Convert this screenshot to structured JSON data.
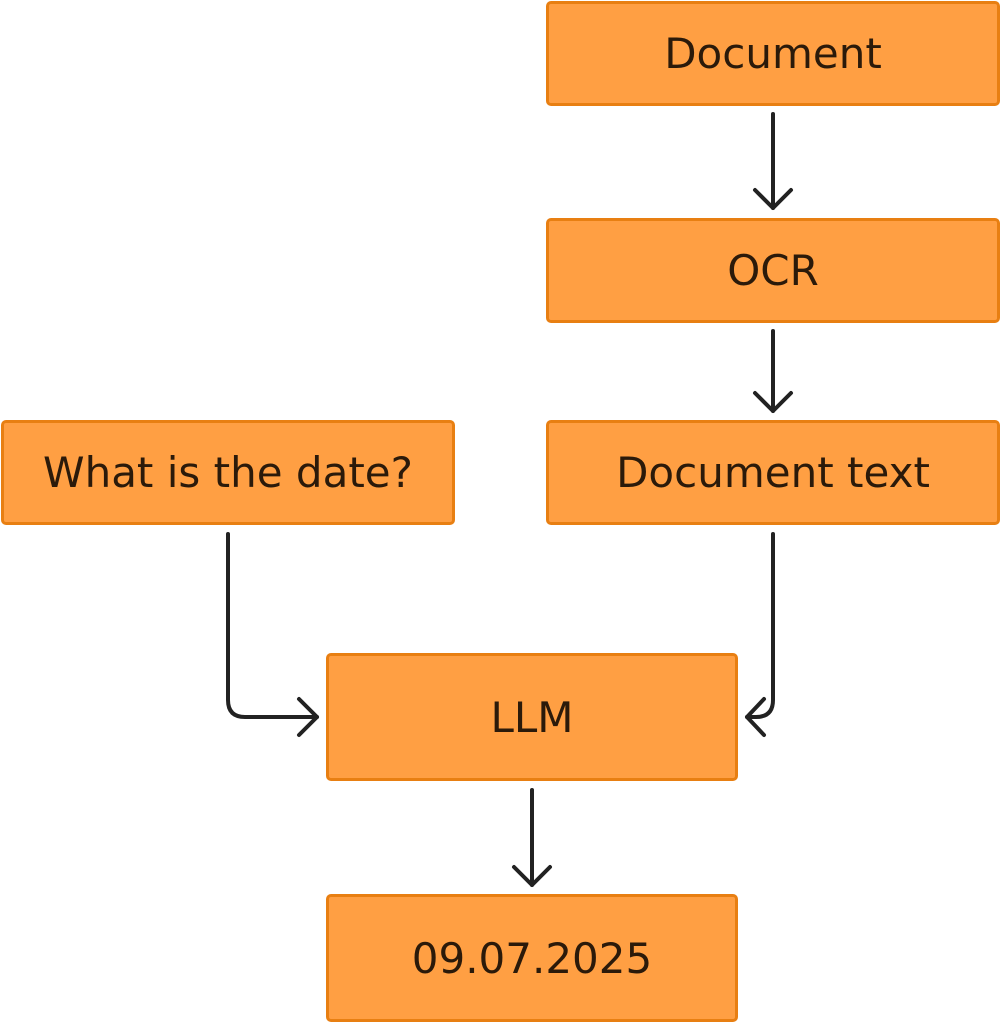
{
  "nodes": {
    "document": "Document",
    "ocr": "OCR",
    "document_text": "Document text",
    "question": "What is the date?",
    "llm": "LLM",
    "answer": "09.07.2025"
  },
  "colors": {
    "node_fill": "#ff9f43",
    "node_border": "#e87f12",
    "arrow": "#222222",
    "text": "#2b1a0a"
  }
}
